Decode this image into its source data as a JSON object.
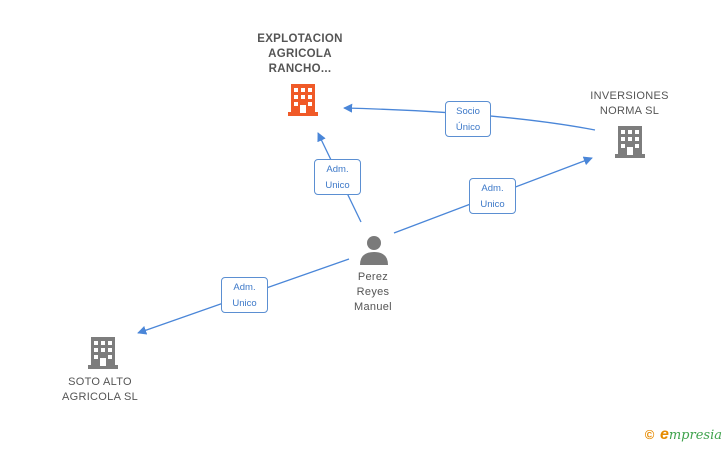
{
  "colors": {
    "edge": "#4a86d8",
    "main_node": "#f05a28",
    "node": "#808080",
    "person": "#7a7a7a"
  },
  "nodes": {
    "main": {
      "lines": [
        "EXPLOTACION",
        "AGRICOLA",
        "RANCHO..."
      ],
      "icon": "building-icon"
    },
    "inversiones": {
      "lines": [
        "INVERSIONES",
        "NORMA SL"
      ],
      "icon": "building-icon"
    },
    "soto": {
      "lines": [
        "SOTO ALTO",
        "AGRICOLA SL"
      ],
      "icon": "building-icon"
    },
    "person": {
      "lines": [
        "Perez",
        "Reyes",
        "Manuel"
      ],
      "icon": "person-icon"
    }
  },
  "relations": [
    {
      "id": "socio",
      "lines": [
        "Socio",
        "Único"
      ]
    },
    {
      "id": "adm-main",
      "lines": [
        "Adm.",
        "Unico"
      ]
    },
    {
      "id": "adm-inv",
      "lines": [
        "Adm.",
        "Unico"
      ]
    },
    {
      "id": "adm-soto",
      "lines": [
        "Adm.",
        "Unico"
      ]
    }
  ],
  "footer": {
    "copyright": "©",
    "brand_initial": "e",
    "brand_rest": "mpresia"
  }
}
